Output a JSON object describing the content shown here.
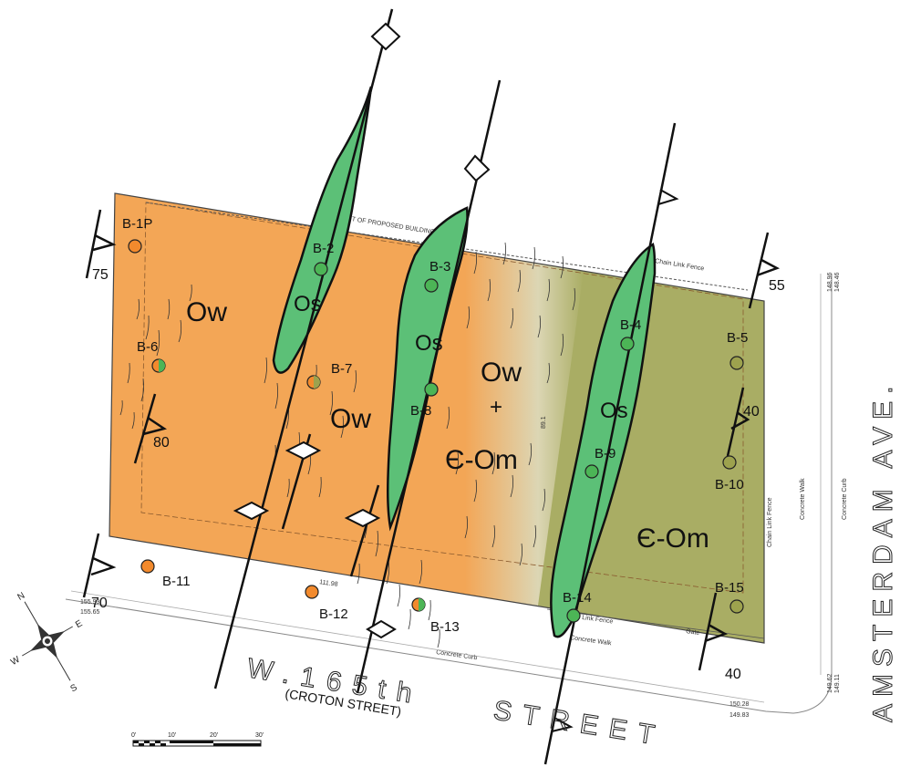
{
  "map": {
    "colors": {
      "ow": "#f3a656",
      "em": "#a9ad64",
      "os": "#5cc077",
      "boring_orange": "#f28a2d",
      "boring_olive": "#9da24e",
      "boring_green": "#4cb556"
    },
    "labels": {
      "building_limit": "LIMIT OF PROPOSED BUILDING",
      "chain_link_fence_top": "Chain Link Fence",
      "chain_link_fence_bottom": "Chain Link Fence",
      "chain_link_fence_right": "Chain Link Fence",
      "gate": "Gate",
      "concrete_walk_bottom": "Concrete Walk",
      "concrete_walk_right": "Concrete Walk",
      "concrete_curb_bottom": "Concrete Curb",
      "concrete_curb_right": "Concrete Curb",
      "dim_111": "111.98",
      "dim_89": "89.1"
    },
    "units": {
      "ow_1": "Ow",
      "ow_2": "Ow",
      "ow_3": "Ow",
      "plus": "+",
      "em_mixed": "Є-Om",
      "em": "Є-Om",
      "os_1": "Os",
      "os_2": "Os",
      "os_3": "Os"
    },
    "borings": {
      "b1p": "B-1P",
      "b2": "B-2",
      "b3": "B-3",
      "b4": "B-4",
      "b5": "B-5",
      "b6": "B-6",
      "b7": "B-7",
      "b8": "B-8",
      "b9": "B-9",
      "b10": "B-10",
      "b11": "B-11",
      "b12": "B-12",
      "b13": "B-13",
      "b14": "B-14",
      "b15": "B-15"
    },
    "dips": {
      "d75": "75",
      "d55": "55",
      "d80": "80",
      "d40a": "40",
      "d70": "70",
      "d40b": "40"
    },
    "elevations": {
      "e1": "155.93",
      "e2": "155.65",
      "e3": "148.96",
      "e4": "148.46",
      "e5": "149.62",
      "e6": "149.11",
      "e7": "150.28",
      "e8": "149.83"
    },
    "street": {
      "w165": "W.165th",
      "street": "STREET",
      "croton": "(CROTON STREET)",
      "avenue": "AMSTERDAM AVE."
    },
    "compass": {
      "n": "N",
      "e": "E",
      "s": "S",
      "w": "W"
    },
    "scale": {
      "t0": "0'",
      "t10": "10'",
      "t20": "20'",
      "t30": "30'"
    }
  }
}
